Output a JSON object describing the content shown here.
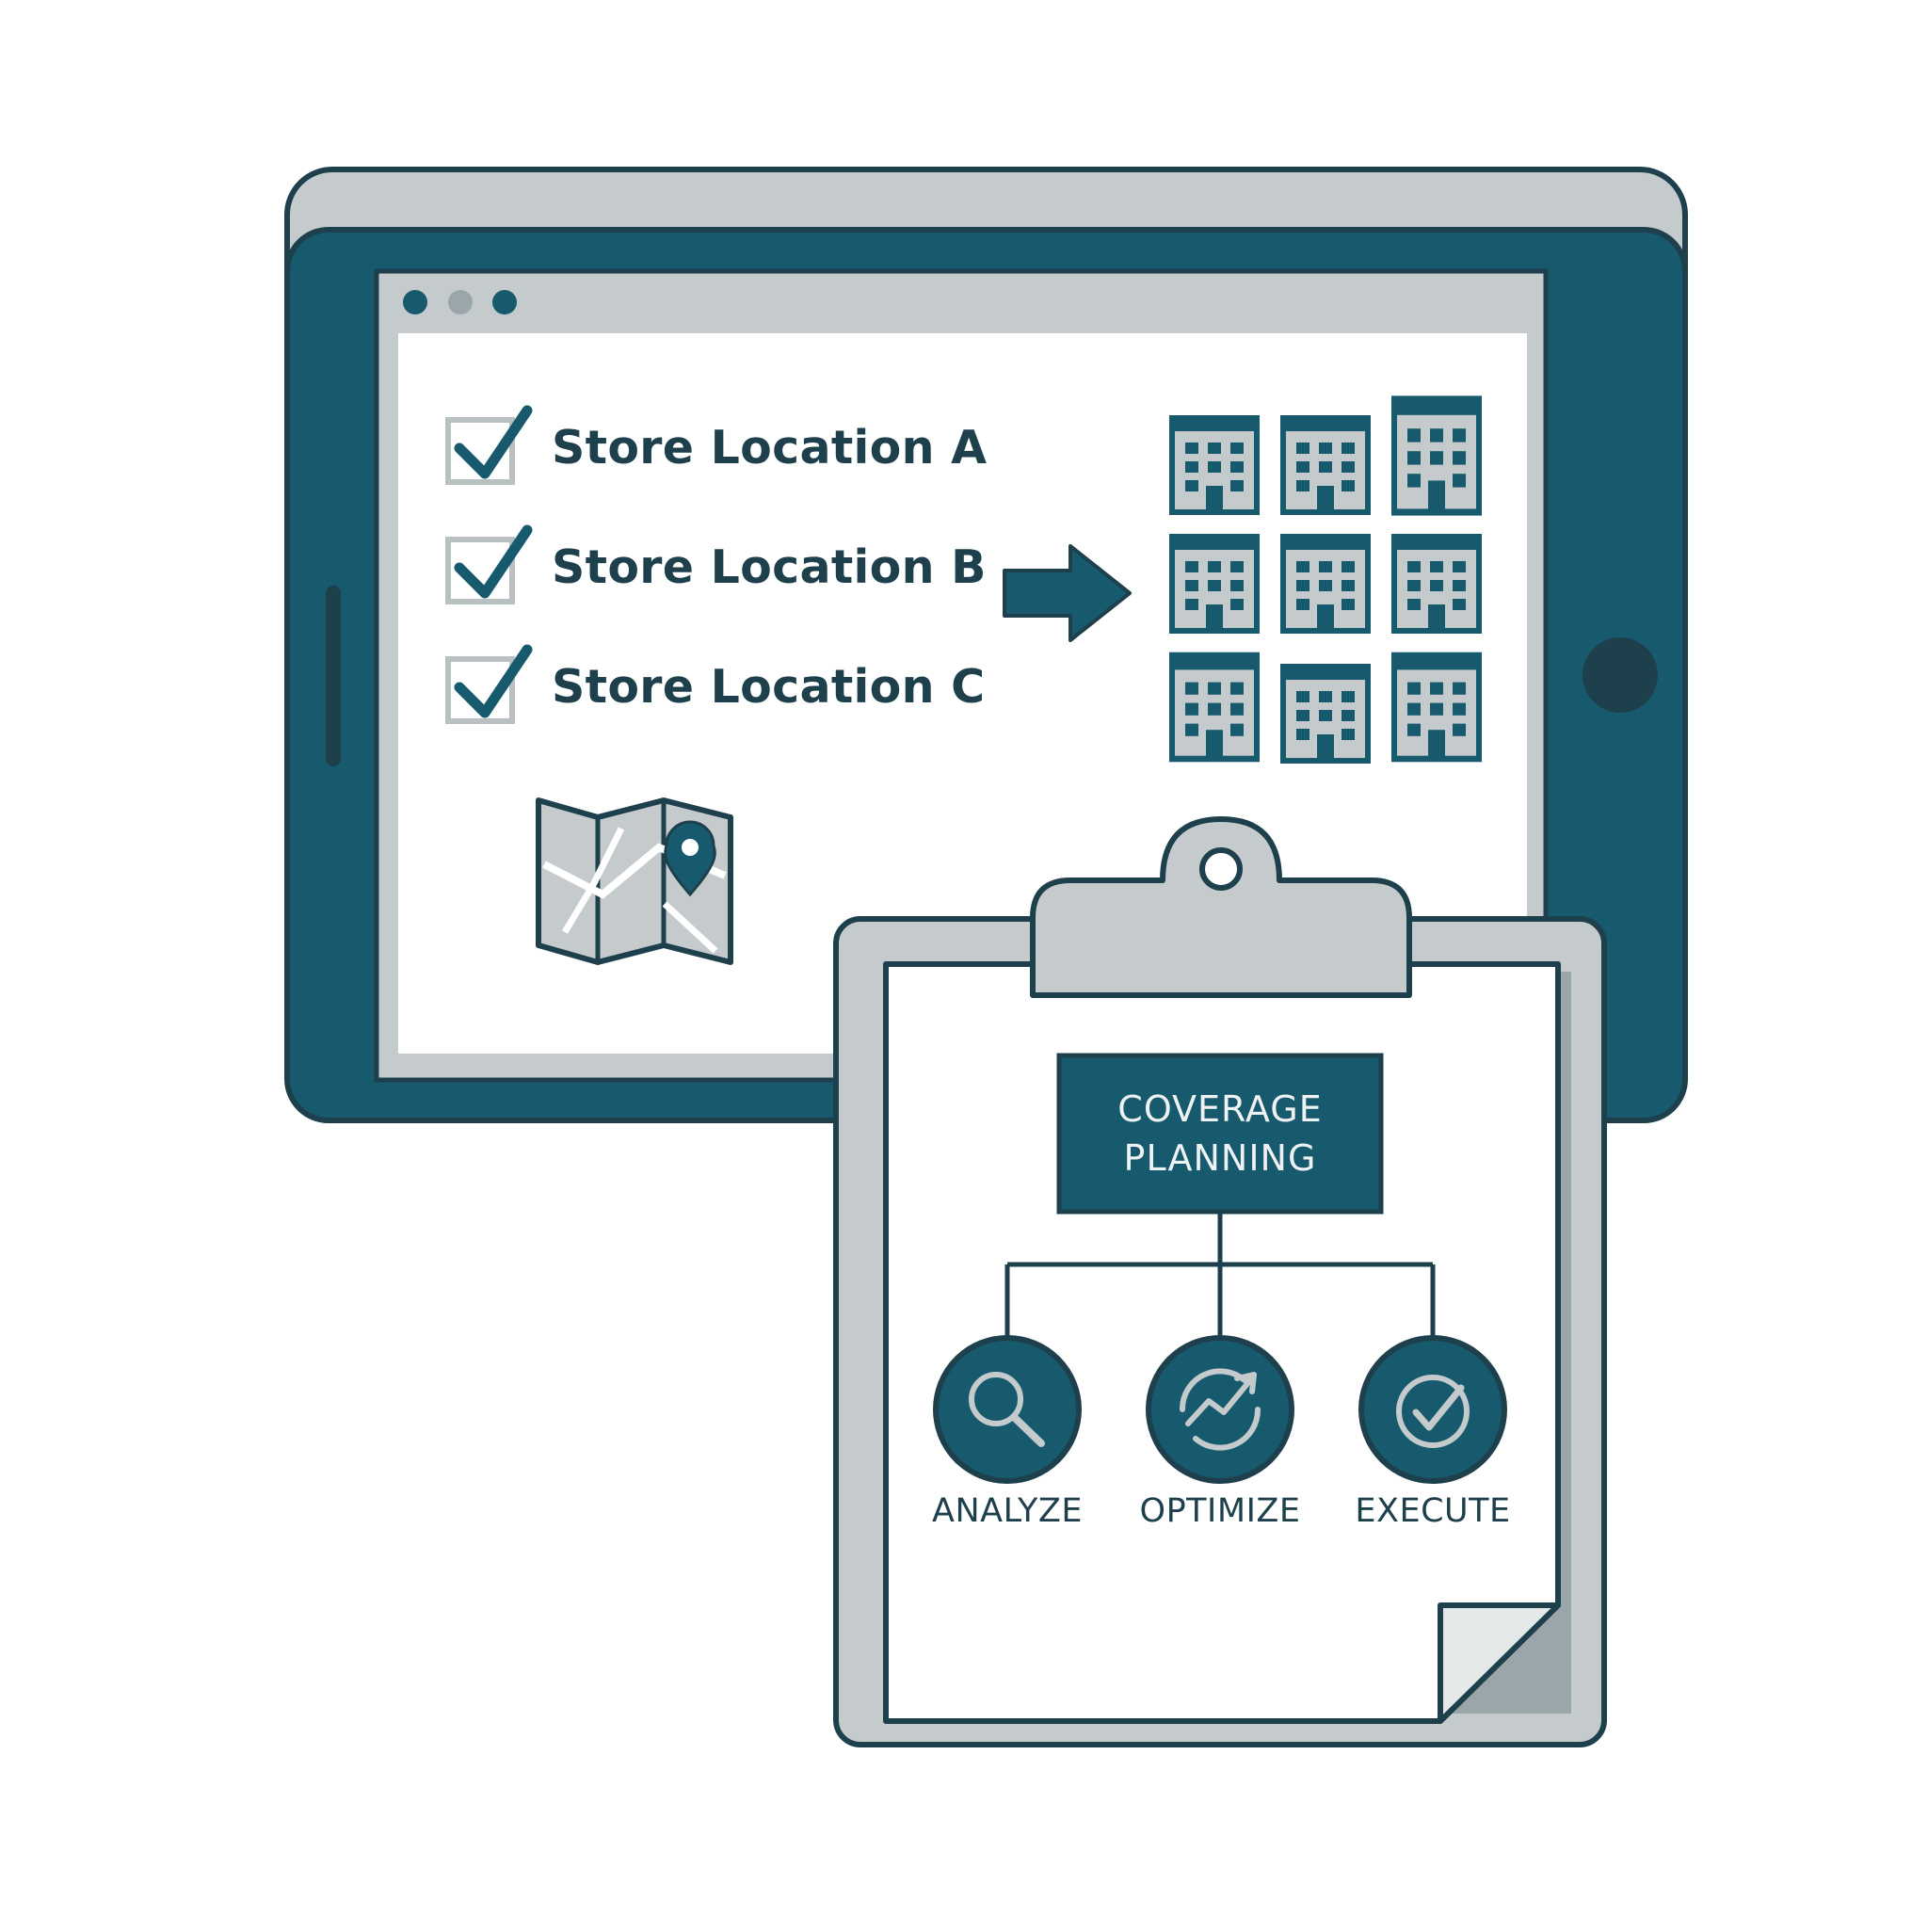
{
  "window": {
    "controls": [
      "close-dot",
      "minimize-dot",
      "maximize-dot"
    ]
  },
  "checklist": {
    "items": [
      {
        "label": "Store Location A",
        "checked": true
      },
      {
        "label": "Store Location B",
        "checked": true
      },
      {
        "label": "Store Location C",
        "checked": true
      }
    ]
  },
  "stores_grid": {
    "rows": 3,
    "columns": 3
  },
  "coverage": {
    "title_line1": "COVERAGE",
    "title_line2": "PLANNING",
    "steps": [
      {
        "label": "ANALYZE",
        "icon": "magnifier-icon"
      },
      {
        "label": "OPTIMIZE",
        "icon": "refresh-trend-icon"
      },
      {
        "label": "EXECUTE",
        "icon": "check-circle-icon"
      }
    ]
  },
  "colors": {
    "primary": "#175a6e",
    "outline": "#1e3f4c",
    "gray": "#c5cbcd",
    "light_gray": "#eceff0",
    "white": "#ffffff"
  }
}
